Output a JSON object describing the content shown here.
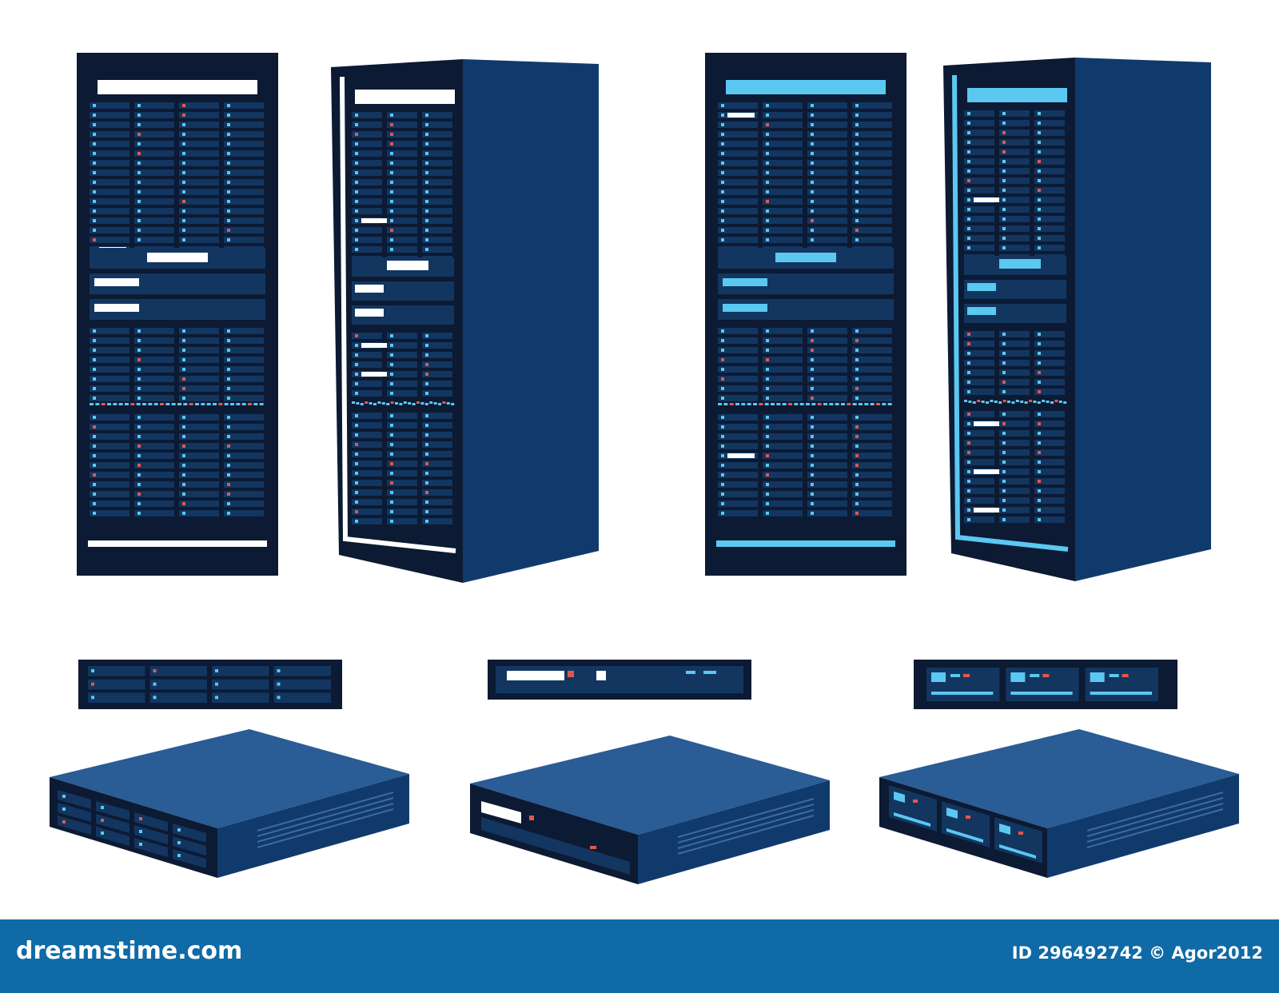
{
  "colors": {
    "frame": "#0c1a33",
    "slot": "#123660",
    "side": "#113a6c",
    "top": "#2a5c95",
    "led_blue": "#5bc8f2",
    "led_red": "#e2574c",
    "led_white": "#ffffff",
    "footer_bg": "#0f6aa6"
  },
  "illustration": {
    "racks": [
      {
        "name": "rack-front-white",
        "trim": "white"
      },
      {
        "name": "rack-iso-white",
        "trim": "white"
      },
      {
        "name": "rack-front-cyan",
        "trim": "cyan"
      },
      {
        "name": "rack-iso-cyan",
        "trim": "cyan"
      }
    ],
    "servers": [
      {
        "name": "server-drive-bays",
        "style": "drive-bays"
      },
      {
        "name": "server-1u",
        "style": "single-unit"
      },
      {
        "name": "server-modular",
        "style": "modular"
      }
    ]
  },
  "footer": {
    "brand": "dreamstime.com",
    "id_label": "ID",
    "id_number": "296492742",
    "copyright": "©",
    "author": "Agor2012"
  }
}
